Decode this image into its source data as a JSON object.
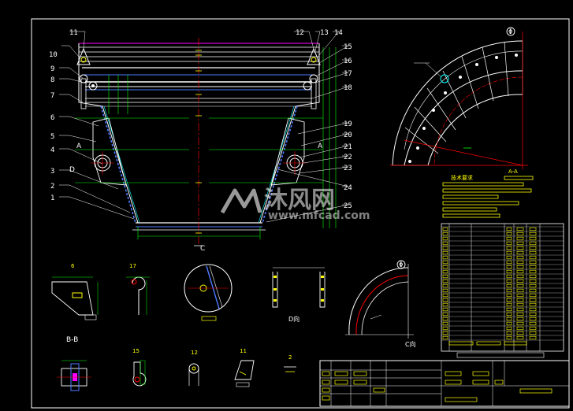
{
  "part_numbers": [
    "1",
    "2",
    "3",
    "4",
    "5",
    "6",
    "7",
    "8",
    "9",
    "10",
    "11",
    "12",
    "13",
    "14",
    "15",
    "16",
    "17",
    "18",
    "19",
    "20",
    "21",
    "22",
    "23",
    "24",
    "25"
  ],
  "section_labels": {
    "left_a": "A",
    "right_a": "A",
    "section_d": "D",
    "bottom_c": "C",
    "aa_view": "A-A",
    "bb_view": "B-B",
    "d_view": "D向",
    "c_view": "C向",
    "tech_req": "技术要求"
  },
  "detail_labels": {
    "d6": "6",
    "d17": "17",
    "d15": "15",
    "d12": "12",
    "d11": "11",
    "d2": "2",
    "circle_top": "Φ",
    "circle_mid": "Φ"
  },
  "watermark": {
    "brand": "沐风网",
    "url": "www.mfcad.com"
  },
  "colors": {
    "background": "#000000",
    "outline": "#ffffff",
    "dim": "#00ff00",
    "center": "#ff0000",
    "hidden": "#ffff00",
    "layer_blue": "#4d7bff",
    "layer_cyan": "#00ffff",
    "layer_magenta": "#ff00ff"
  }
}
